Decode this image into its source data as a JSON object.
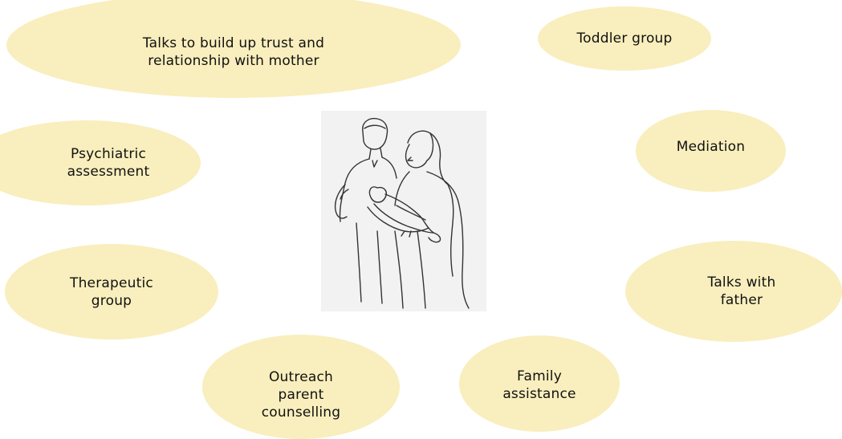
{
  "bubbles": {
    "trust_talks": "Talks to build up trust and\nrelationship with mother",
    "toddler_group": "Toddler group",
    "psychiatric_assessment": "Psychiatric\nassessment",
    "mediation": "Mediation",
    "therapeutic_group": "Therapeutic\ngroup",
    "talks_with_father": "Talks with\nfather",
    "outreach_counselling": "Outreach\nparent\ncounselling",
    "family_assistance": "Family\nassistance"
  },
  "colors": {
    "bubble_fill": "#f9eebd",
    "text": "#111111",
    "illustration_bg": "#f2f2f2",
    "line": "#333333"
  },
  "icons": {
    "center": "family-with-baby-illustration"
  }
}
